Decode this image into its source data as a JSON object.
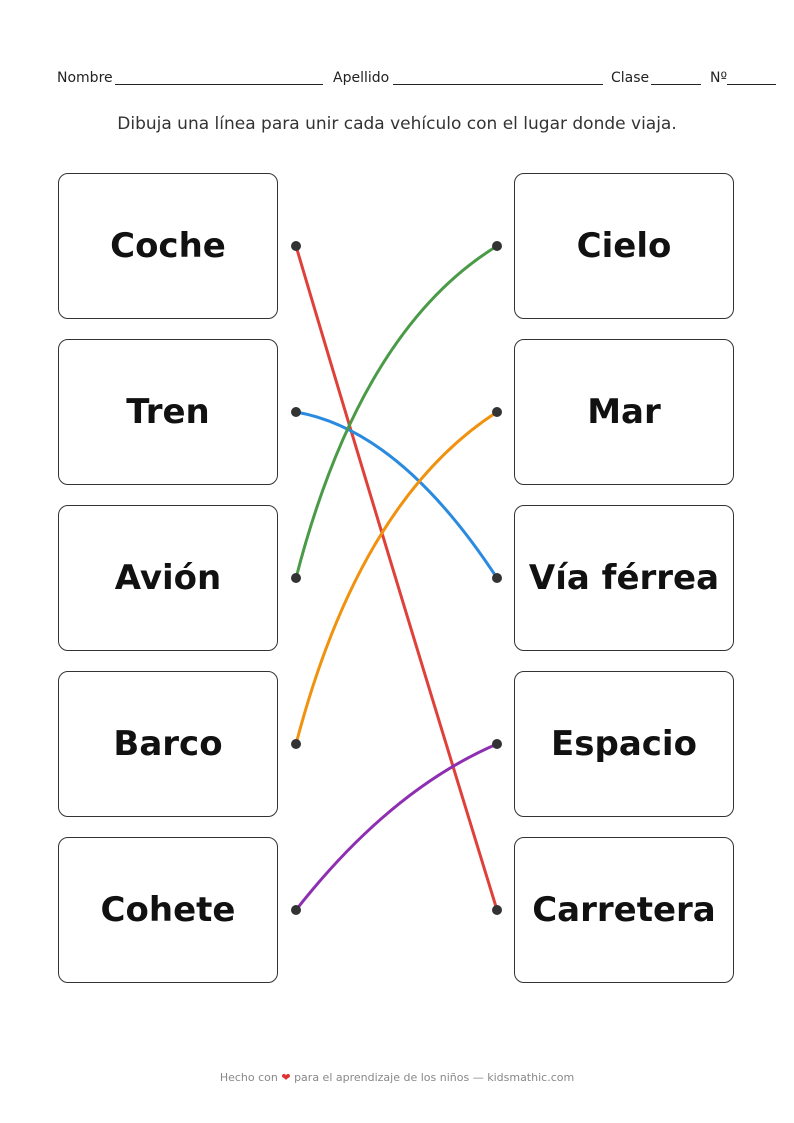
{
  "header": {
    "name_label": "Nombre",
    "surname_label": "Apellido",
    "class_label": "Clase",
    "number_label": "Nº"
  },
  "instruction": "Dibuja una línea para unir cada vehículo con el lugar donde viaja.",
  "left_items": [
    "Coche",
    "Tren",
    "Avión",
    "Barco",
    "Cohete"
  ],
  "right_items": [
    "Cielo",
    "Mar",
    "Vía férrea",
    "Espacio",
    "Carretera"
  ],
  "connections": [
    {
      "from": "Coche",
      "to": "Carretera",
      "color": "#e0403a"
    },
    {
      "from": "Tren",
      "to": "Vía férrea",
      "color": "#2a8ae0"
    },
    {
      "from": "Avión",
      "to": "Cielo",
      "color": "#4a9a48"
    },
    {
      "from": "Barco",
      "to": "Mar",
      "color": "#f0920e"
    },
    {
      "from": "Cohete",
      "to": "Espacio",
      "color": "#8e2eb0"
    }
  ],
  "footer": {
    "before": "Hecho con",
    "heart": "❤",
    "after": "para el aprendizaje de los niños — kidsmathic.com"
  }
}
